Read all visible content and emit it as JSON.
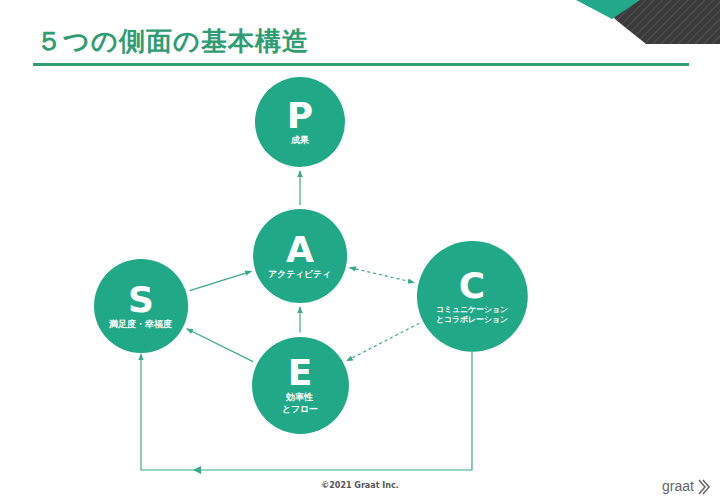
{
  "diagram": {
    "title": "５つの側面の基本構造",
    "nodes": [
      {
        "text": [
          "P",
          "成果"
        ]
      },
      {
        "text": [
          "A",
          "アクティビティ"
        ]
      },
      {
        "text": [
          "S",
          "満足度・幸福度"
        ]
      },
      {
        "text": [
          "C",
          "コミュニケーション とコラボレーション"
        ]
      },
      {
        "text": [
          "E",
          "効率性 とフロー"
        ]
      }
    ],
    "edges": [
      {
        "from": 1,
        "to": 0,
        "arrow": "to"
      },
      {
        "from": 2,
        "to": 1,
        "arrow": "to"
      },
      {
        "from": 4,
        "to": 1,
        "arrow": "to"
      },
      {
        "from": 4,
        "to": 2,
        "arrow": "to"
      },
      {
        "from": 1,
        "to": 3,
        "arrow": "both"
      },
      {
        "from": 3,
        "to": 4,
        "arrow": "to"
      },
      {
        "from": 3,
        "to": 2,
        "arrow": "to"
      }
    ],
    "labels": [
      "©2021 Graat Inc.",
      "graat"
    ]
  }
}
